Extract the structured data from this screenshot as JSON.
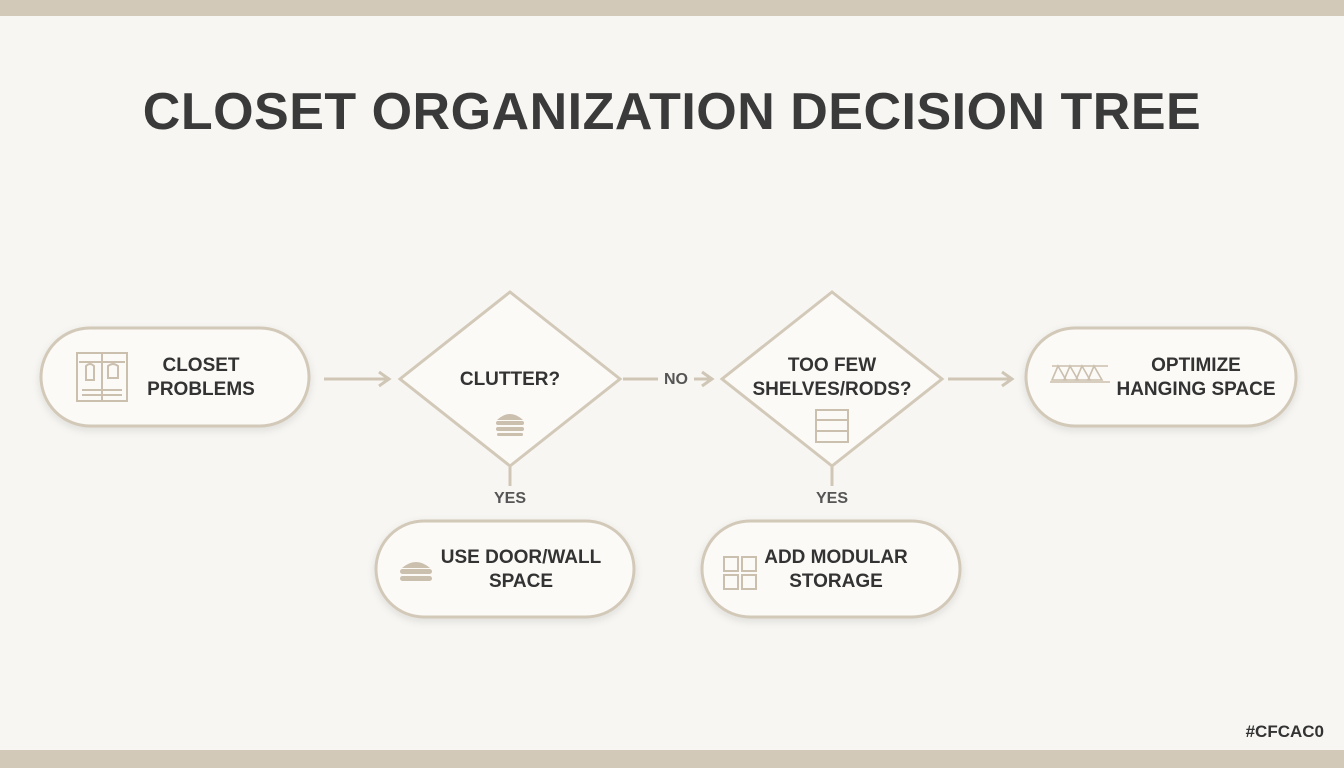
{
  "title": "CLOSET ORGANIZATION DECISION TREE",
  "nodes": {
    "closet_problems": {
      "line1": "CLOSET",
      "line2": "PROBLEMS"
    },
    "clutter": {
      "line1": "CLUTTER?"
    },
    "too_few": {
      "line1": "TOO FEW",
      "line2": "SHELVES/RODS?"
    },
    "optimize": {
      "line1": "OPTIMIZE",
      "line2": "HANGING SPACE"
    },
    "door_wall": {
      "line1": "USE DOOR/WALL",
      "line2": "SPACE"
    },
    "modular": {
      "line1": "ADD MODULAR",
      "line2": "STORAGE"
    }
  },
  "edges": {
    "no_label": "NO",
    "yes_label_1": "YES",
    "yes_label_2": "YES"
  },
  "colors": {
    "accent": "#CFCAC0",
    "stroke": "#d3c9b9",
    "icon": "#cbbfae",
    "band": "#d3c9b9"
  },
  "icons": [
    "closet-icon",
    "stacked-clothes-icon",
    "shelf-icon",
    "hanger-icon",
    "folded-clothes-icon",
    "grid-storage-icon"
  ],
  "color_tag": "#CFCAC0"
}
